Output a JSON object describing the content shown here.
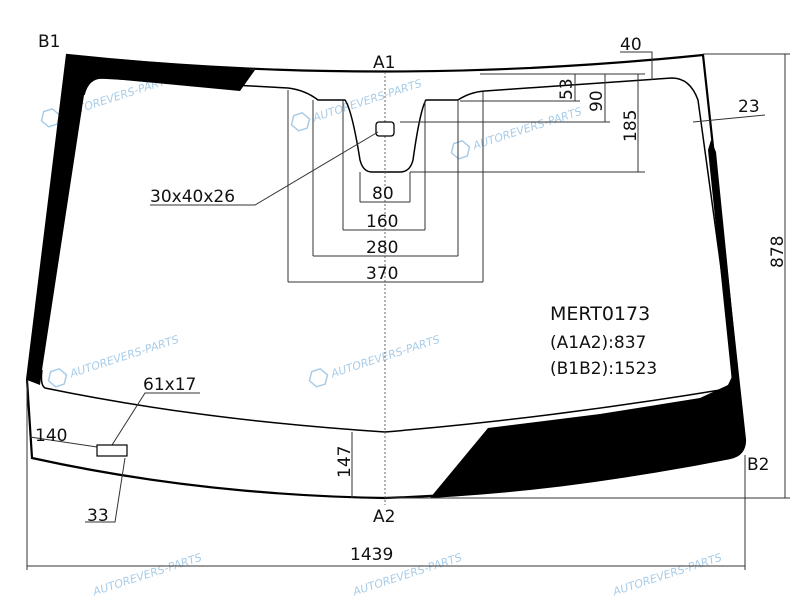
{
  "part": {
    "code": "MERT0173",
    "a1a2": "(A1A2):837",
    "b1b2": "(B1B2):1523"
  },
  "points": {
    "b1": "B1",
    "a1": "A1",
    "b2": "B2",
    "a2": "A2"
  },
  "dimensions": {
    "top_band": "40",
    "d53": "53",
    "d90": "90",
    "d185": "185",
    "side_band": "23",
    "height": "878",
    "sensor": "30x40x26",
    "notch_80": "80",
    "notch_160": "160",
    "notch_280": "280",
    "notch_370": "370",
    "vin_window": "61x17",
    "vin_offset_x": "140",
    "bottom_147": "147",
    "vin_offset_y": "33",
    "width": "1439"
  },
  "watermark": "AUTOREVERS-PARTS",
  "colors": {
    "frit": "#000000",
    "watermark": "#9fc7e6"
  }
}
